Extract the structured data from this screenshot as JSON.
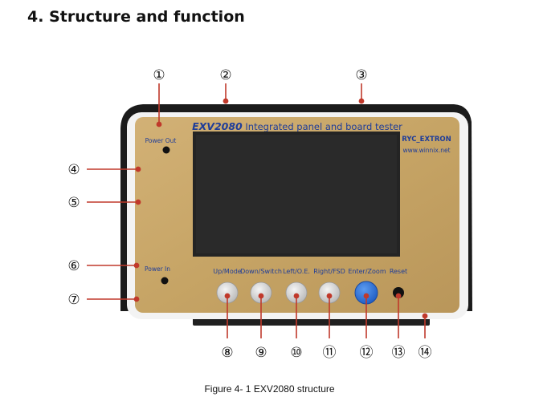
{
  "heading": "4. Structure and function",
  "device": {
    "title_model": "EXV2080",
    "title_rest": " Integrated panel and board tester",
    "brand": "RYC_EXTRON",
    "website": "www.winnix.net",
    "power_out_label": "Power Out",
    "power_in_label": "Power In",
    "button_labels": [
      "Up/Mode",
      "Down/Switch",
      "Left/O.E.",
      "Right/FSD",
      "Enter/Zoom",
      "Reset"
    ]
  },
  "callouts": [
    "①",
    "②",
    "③",
    "④",
    "⑤",
    "⑥",
    "⑦",
    "⑧",
    "⑨",
    "⑩",
    "⑪",
    "⑫",
    "⑬",
    "⑭"
  ],
  "caption": "Figure 4- 1 EXV2080 structure",
  "colors": {
    "panel_gold": "#c9a76a",
    "callout_red": "#c0392b",
    "enter_button_blue": "#2a6fd6",
    "title_blue": "#1f3d99"
  }
}
